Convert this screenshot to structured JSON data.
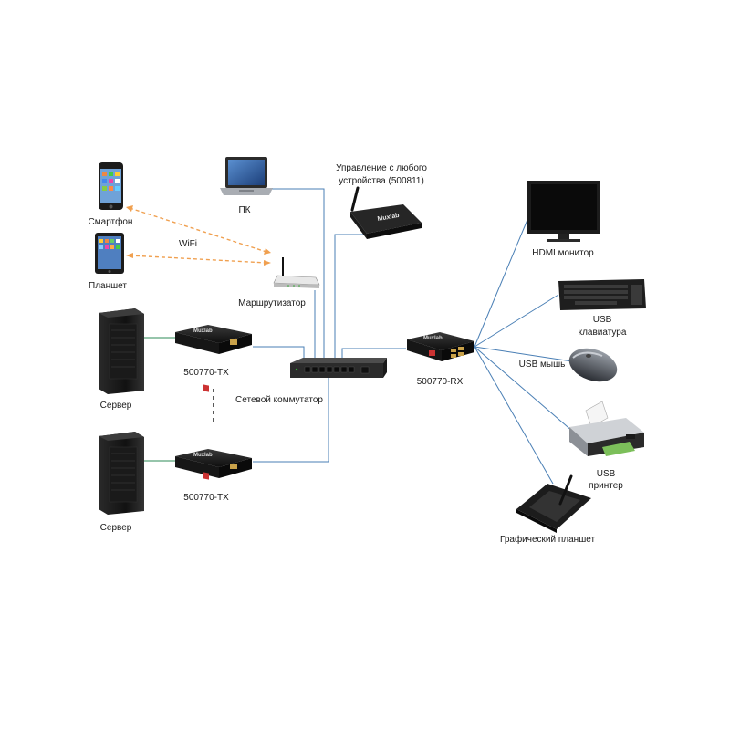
{
  "labels": {
    "pc": "ПК",
    "control": "Управление с любого",
    "control_line2": "устройства (500811)",
    "smartphone": "Смартфон",
    "tablet": "Планшет",
    "wifi": "WiFi",
    "router": "Маршрутизатор",
    "server_top": "Сервер",
    "server_bottom": "Сервер",
    "tx_top": "500770-TX",
    "tx_bottom": "500770-TX",
    "switch": "Сетевой коммутатор",
    "rx": "500770-RX",
    "hdmi_monitor": "HDMI монитор",
    "usb_keyboard_l1": "USB",
    "usb_keyboard_l2": "клавиатура",
    "usb_mouse": "USB мышь",
    "usb_printer_l1": "USB",
    "usb_printer_l2": "принтер",
    "graphic_tablet": "Графический планшет"
  },
  "brand": "Muxlab",
  "colors": {
    "link_line": "#4a7fb5",
    "server_link": "#2e8b57",
    "wifi_link": "#f0a050",
    "device_dark": "#1e1e1e"
  }
}
